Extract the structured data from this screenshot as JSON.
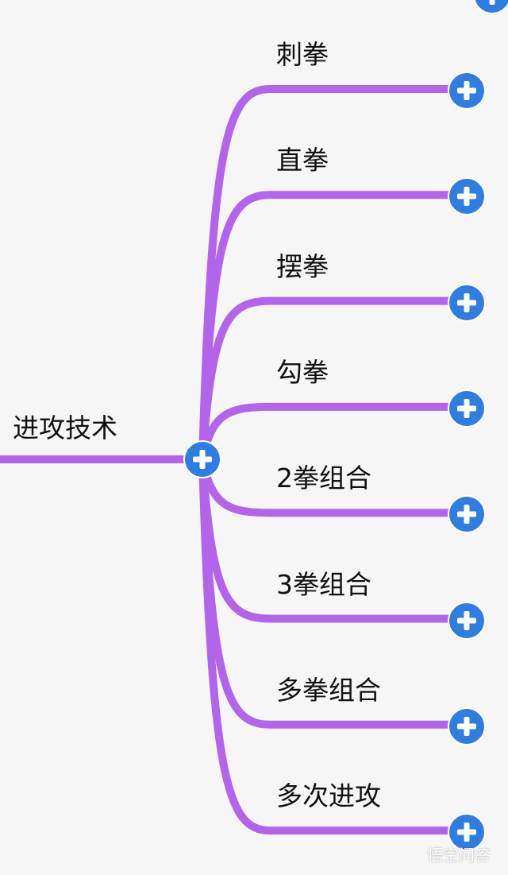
{
  "colors": {
    "branch": "#b264ea",
    "node": "#2f7de1",
    "background": "#f6f6f6"
  },
  "root": {
    "label": "进攻技术",
    "icon": "plus-icon"
  },
  "children": [
    {
      "label": "刺拳"
    },
    {
      "label": "直拳"
    },
    {
      "label": "摆拳"
    },
    {
      "label": "勾拳"
    },
    {
      "label": "2拳组合"
    },
    {
      "label": "3拳组合"
    },
    {
      "label": "多拳组合"
    },
    {
      "label": "多次进攻"
    }
  ],
  "watermark": "悟空问答"
}
